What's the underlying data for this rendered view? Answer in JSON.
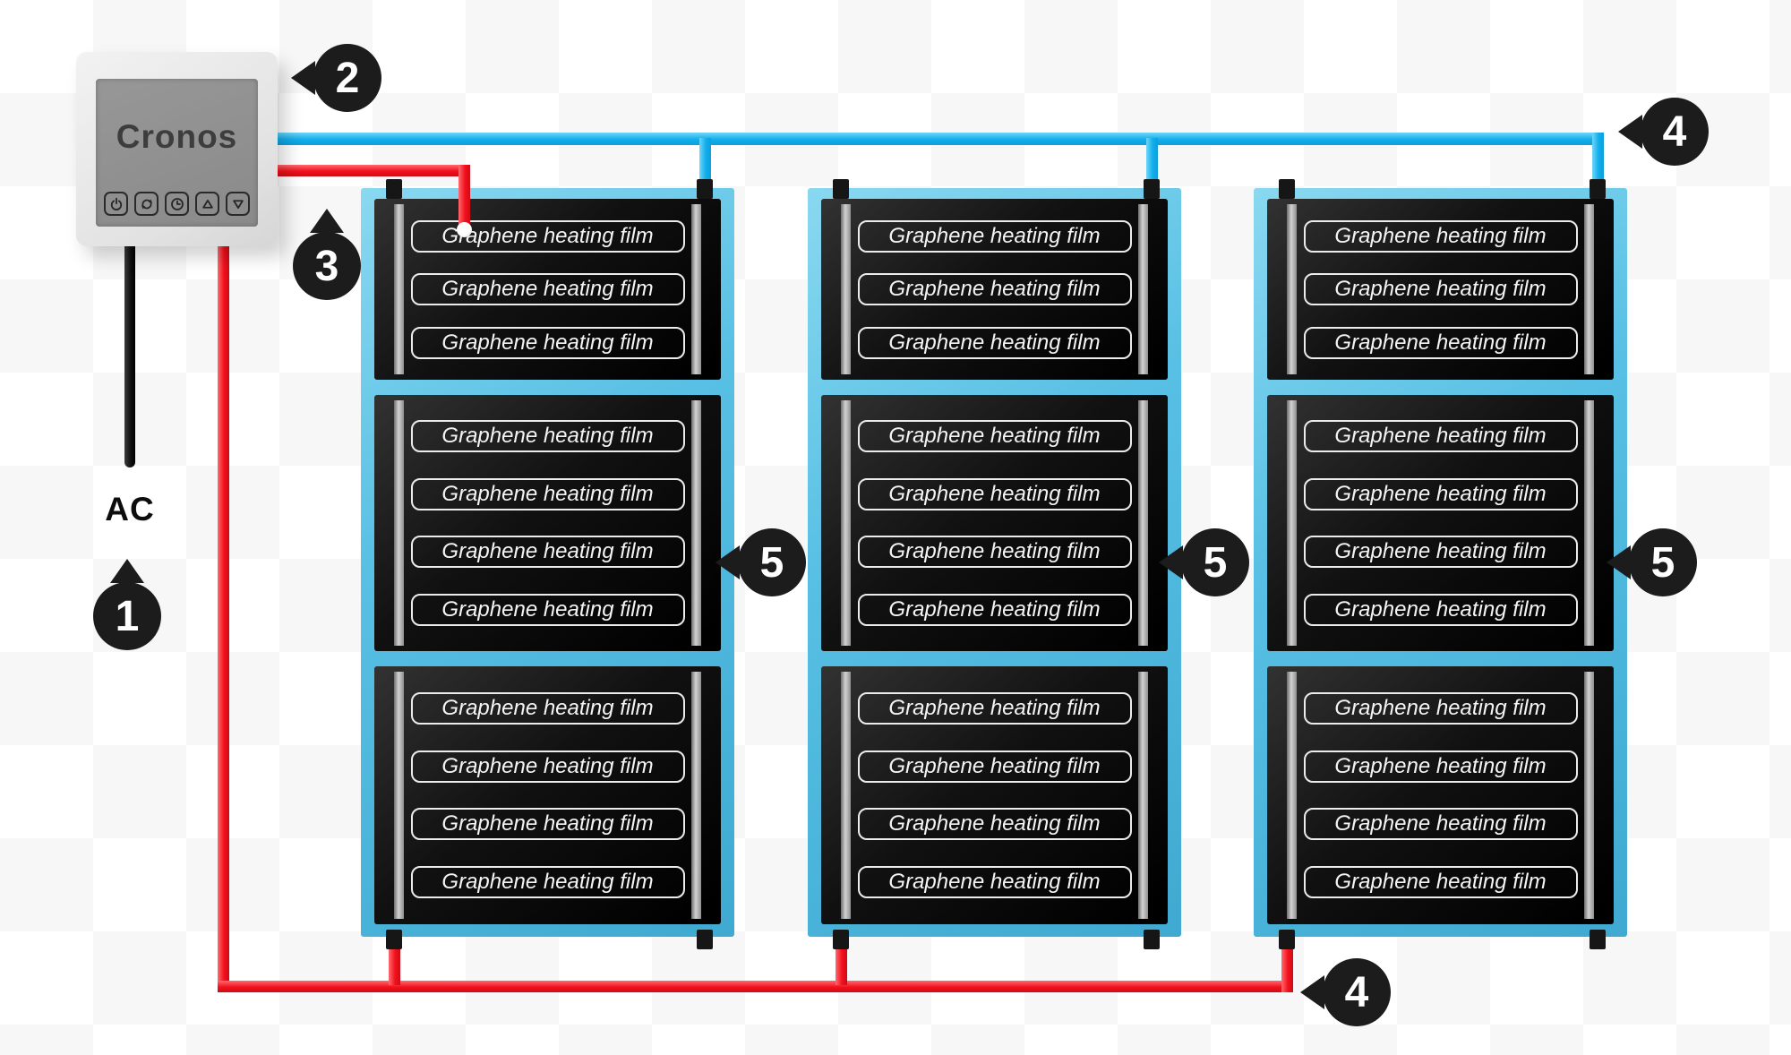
{
  "diagram": {
    "thermostat": {
      "brand": "Cronos",
      "button_icons": [
        "power-icon",
        "cycle-icon",
        "clock-icon",
        "arrow-up-icon",
        "arrow-down-icon"
      ]
    },
    "labels": {
      "ac": "AC",
      "film_strip": "Graphene heating film"
    },
    "panels": [
      {
        "name": "panel-1",
        "mats": [
          3,
          4,
          4
        ]
      },
      {
        "name": "panel-2",
        "mats": [
          3,
          4,
          4
        ]
      },
      {
        "name": "panel-3",
        "mats": [
          3,
          4,
          4
        ]
      }
    ],
    "callouts": {
      "c1": {
        "label": "1",
        "points": "up"
      },
      "c2": {
        "label": "2",
        "points": "left"
      },
      "c3": {
        "label": "3",
        "points": "up"
      },
      "c4_top": {
        "label": "4",
        "points": "left"
      },
      "c4_bottom": {
        "label": "4",
        "points": "left"
      },
      "c5_panel1": {
        "label": "5",
        "points": "left"
      },
      "c5_panel2": {
        "label": "5",
        "points": "left"
      },
      "c5_panel3": {
        "label": "5",
        "points": "left"
      }
    },
    "colors": {
      "wire_hot_red": "#f2111d",
      "wire_neutral_blue": "#17b1ee",
      "panel_blue": "#58c0e4",
      "film_black": "#111111",
      "callout_black": "#1c1c1c"
    }
  }
}
